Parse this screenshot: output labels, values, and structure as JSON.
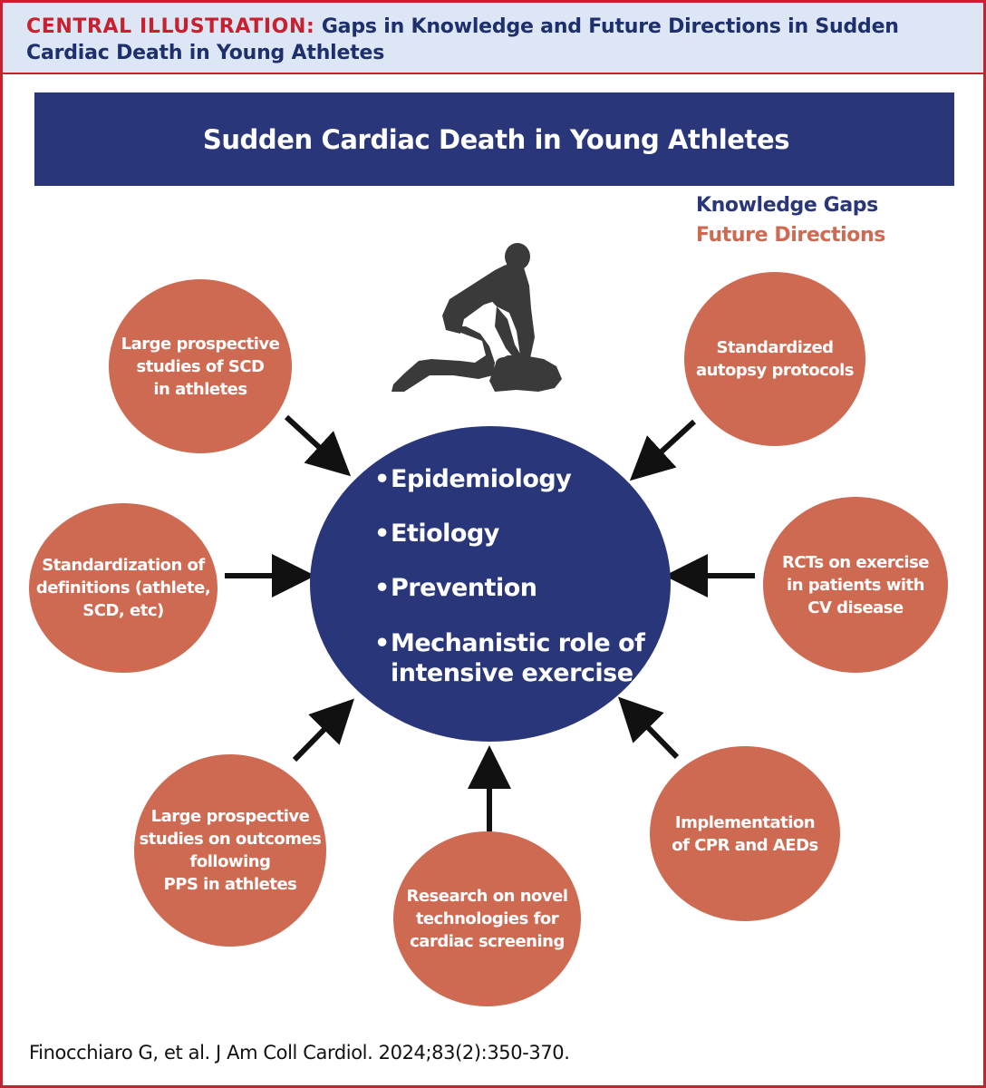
{
  "header": {
    "lead": "CENTRAL ILLUSTRATION:",
    "title": "Gaps in Knowledge and Future Directions in Sudden Cardiac Death in Young Athletes"
  },
  "banner_title": "Sudden Cardiac Death in Young Athletes",
  "legend": {
    "knowledge_gaps": "Knowledge Gaps",
    "future_directions": "Future Directions"
  },
  "colors": {
    "navy": "#29377a",
    "coral": "#cf6a52",
    "accent_red": "#c8202f",
    "header_bg": "#dde6f4"
  },
  "icons": [
    "cpr-silhouette-icon",
    "arrow-icon"
  ],
  "knowledge_gaps": [
    "Epidemiology",
    "Etiology",
    "Prevention",
    "Mechanistic role of\nintensive exercise"
  ],
  "future_directions": {
    "large_prospective_scd": "Large prospective\nstudies of SCD\nin athletes",
    "autopsy_protocols": "Standardized\nautopsy protocols",
    "definitions": "Standardization of\ndefinitions (athlete,\nSCD, etc)",
    "rcts_exercise": "RCTs on exercise\nin patients with\nCV disease",
    "outcomes_pps": "Large prospective\nstudies on outcomes\nfollowing\nPPS in athletes",
    "cpr_aeds": "Implementation\nof CPR and AEDs",
    "novel_technologies": "Research on novel\ntechnologies for\ncardiac screening"
  },
  "citation": "Finocchiaro G, et al. J Am Coll Cardiol. 2024;83(2):350-370."
}
